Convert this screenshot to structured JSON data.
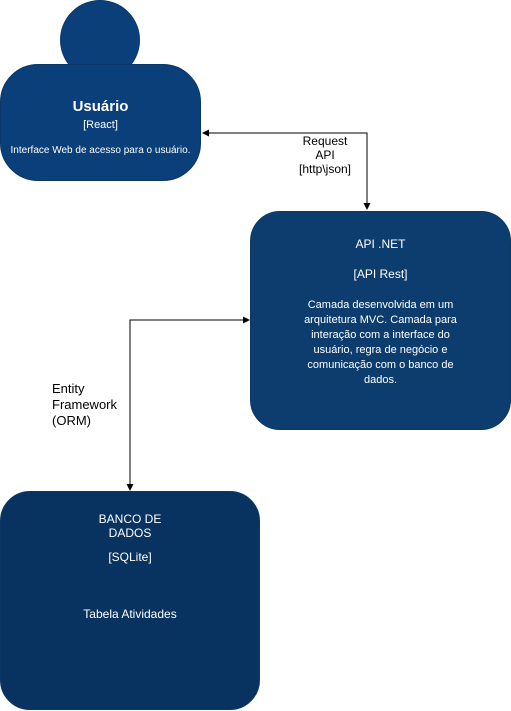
{
  "colors": {
    "node_fill": "#0d3d6e",
    "person_fill": "#0a3f7a",
    "db_fill": "#083260",
    "connector": "#000000"
  },
  "person": {
    "name": "Usuário",
    "tech": "[React]",
    "description": "Interface Web de acesso para o usuário."
  },
  "api": {
    "title": "API .NET",
    "tech": "[API Rest]",
    "description": "Camada desenvolvida em um arquitetura MVC. Camada para interação com a interface do usuário, regra de negócio e comunicação com o banco de dados."
  },
  "database": {
    "title": "BANCO DE DADOS",
    "tech": "[SQLite]",
    "description": "Tabela Atividades"
  },
  "edges": {
    "user_api": {
      "lines": [
        "Request",
        "API",
        "[http\\json]"
      ]
    },
    "api_db": {
      "lines": [
        "Entity",
        "Framework",
        "(ORM)"
      ]
    }
  }
}
